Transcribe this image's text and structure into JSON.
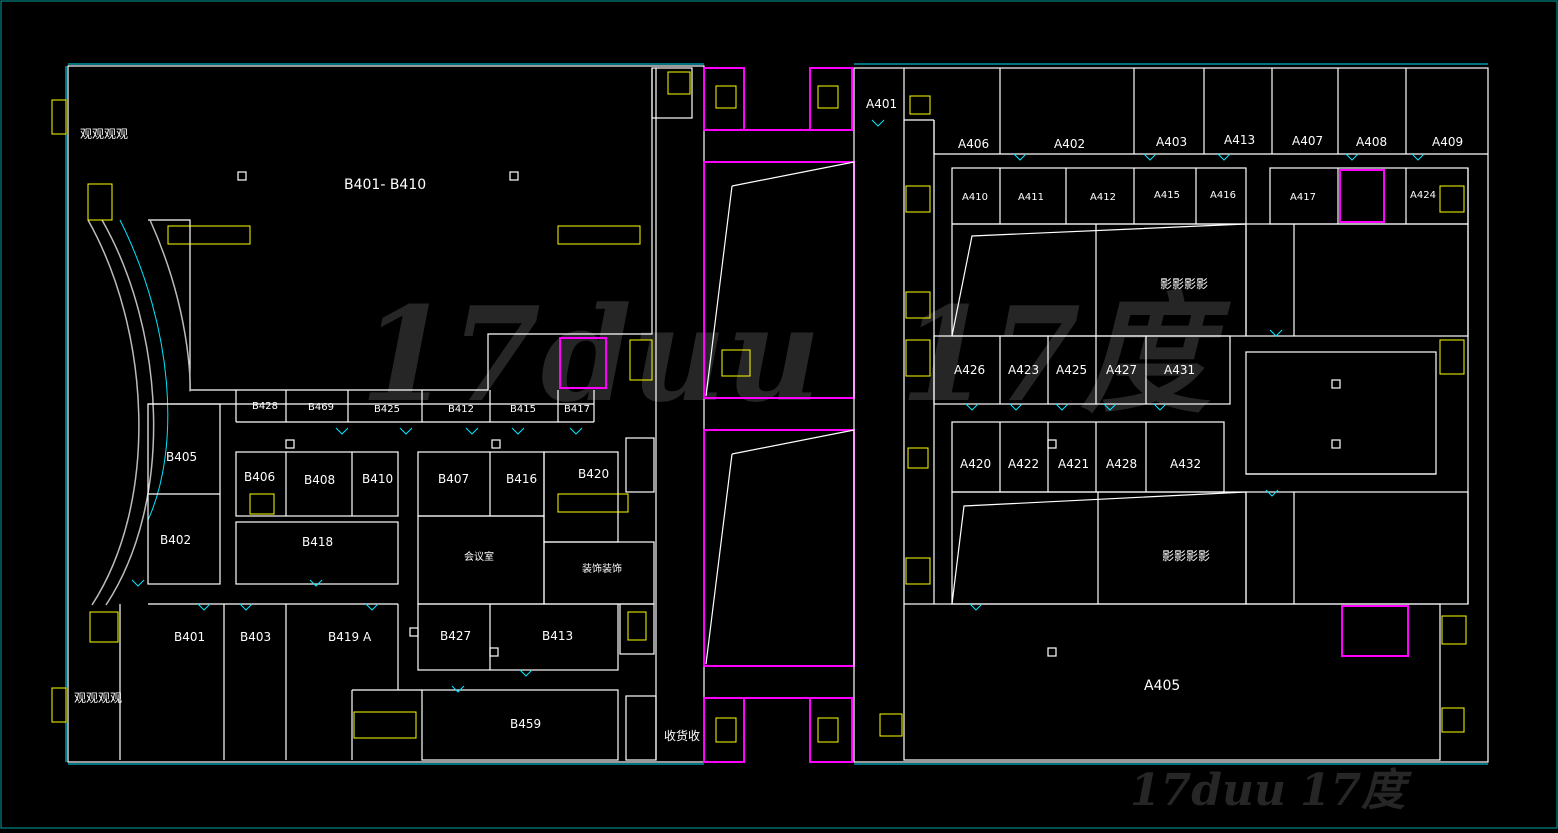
{
  "colors": {
    "background": "#000000",
    "wall": "#ffffff",
    "door": "#00e5ff",
    "atrium": "#ff00ff",
    "stair": "#ffff00",
    "watermark": "#555555"
  },
  "watermark": {
    "center_text": "17duu",
    "center_sub": "17度",
    "corner_text": "17duu",
    "corner_sub": "17度"
  },
  "left_block": {
    "rooms": [
      "B401- B410",
      "B428",
      "B469",
      "B425",
      "B412",
      "B415",
      "B417",
      "B405",
      "B406",
      "B408",
      "B410",
      "B407",
      "B416",
      "B420",
      "B402",
      "B418",
      "会议室",
      "装饰装饰",
      "B401",
      "B403",
      "B419 A",
      "B427",
      "B413",
      "B459"
    ],
    "annex": [
      "观观观观",
      "观观观观",
      "收货收"
    ]
  },
  "right_block": {
    "rooms": [
      "A401",
      "A406",
      "A402",
      "A403",
      "A413",
      "A407",
      "A408",
      "A409",
      "A410",
      "A411",
      "A412",
      "A415",
      "A416",
      "A417",
      "A424",
      "影影影影",
      "A426",
      "A423",
      "A425",
      "A427",
      "A431",
      "A420",
      "A422",
      "A421",
      "A428",
      "A432",
      "影影影影",
      "A405"
    ]
  }
}
